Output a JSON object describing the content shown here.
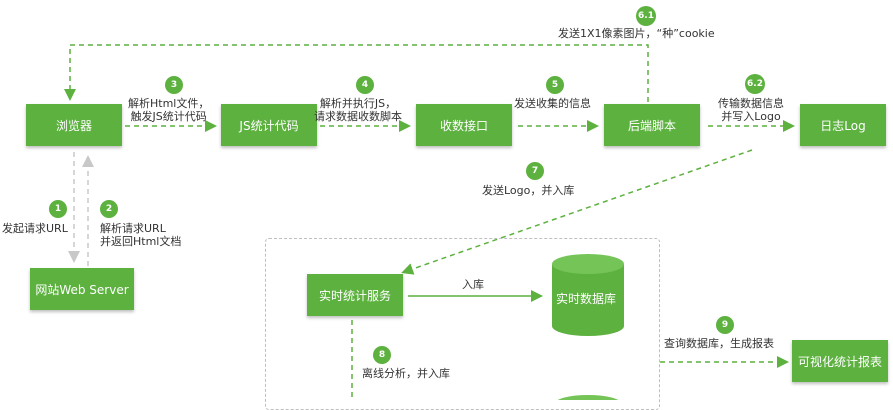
{
  "nodes": {
    "browser": "浏览器",
    "js_code": "JS统计代码",
    "collect_api": "收数接口",
    "backend": "后端脚本",
    "log": "日志Log",
    "web_server": "网站Web Server",
    "realtime_service": "实时统计服务",
    "realtime_db": "实时数据库",
    "report": "可视化统计报表"
  },
  "steps": [
    {
      "num": "1",
      "text": [
        "发起请求URL"
      ]
    },
    {
      "num": "2",
      "text": [
        "解析请求URL",
        "并返回Html文档"
      ]
    },
    {
      "num": "3",
      "text": [
        "解析Html文件，",
        "触发JS统计代码"
      ]
    },
    {
      "num": "4",
      "text": [
        "解析并执行JS，",
        "请求数据收数脚本"
      ]
    },
    {
      "num": "5",
      "text": [
        "发送收集的信息"
      ]
    },
    {
      "num": "6.1",
      "text": [
        "发送1X1像素图片，“种”cookie"
      ]
    },
    {
      "num": "6.2",
      "text": [
        "传输数据信息",
        "并写入Logo"
      ]
    },
    {
      "num": "7",
      "text": [
        "发送Logo，并入库"
      ]
    },
    {
      "num": "8",
      "text": [
        "离线分析，并入库"
      ]
    },
    {
      "num": "9",
      "text": [
        "查询数据库，生成报表"
      ]
    }
  ],
  "edge_labels": {
    "to_db": "入库"
  },
  "colors": {
    "accent": "#5cb13f",
    "line": "#5cb13f",
    "region": "#bfbfbf"
  }
}
